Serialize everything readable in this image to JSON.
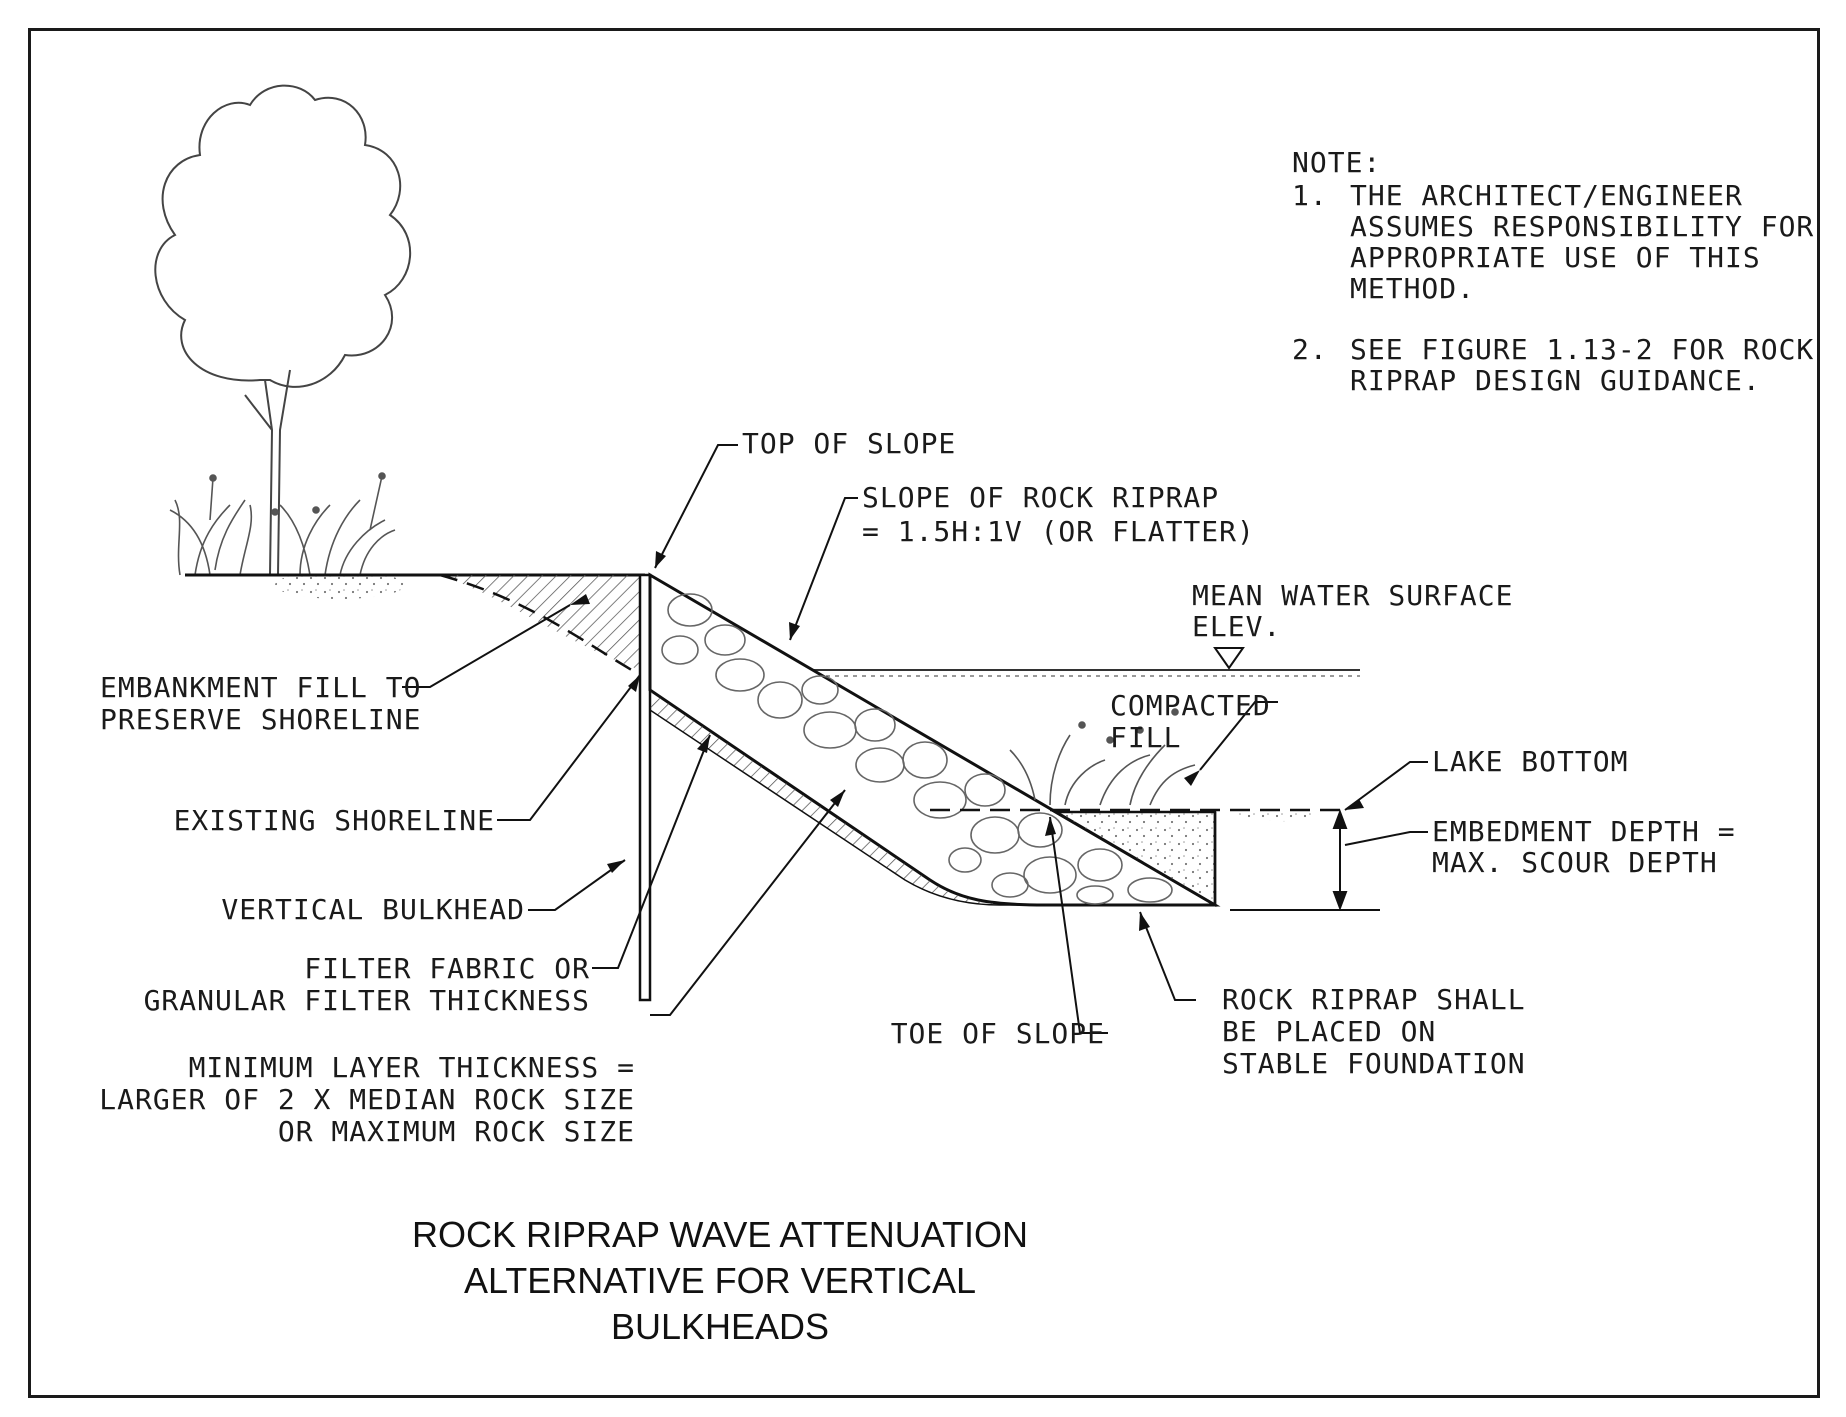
{
  "diagram": {
    "title": [
      "ROCK RIPRAP WAVE ATTENUATION",
      "ALTERNATIVE FOR VERTICAL",
      "BULKHEADS"
    ],
    "notes": {
      "heading": "NOTE:",
      "items": [
        {
          "num": "1.",
          "lines": [
            "THE ARCHITECT/ENGINEER",
            "ASSUMES RESPONSIBILITY FOR",
            "APPROPRIATE USE OF THIS",
            "METHOD."
          ]
        },
        {
          "num": "2.",
          "lines": [
            "SEE FIGURE 1.13-2 FOR ROCK",
            "RIPRAP DESIGN GUIDANCE."
          ]
        }
      ]
    },
    "labels": {
      "top_of_slope": "TOP OF SLOPE",
      "slope_of_riprap": [
        "SLOPE OF ROCK RIPRAP",
        "= 1.5H:1V (OR FLATTER)"
      ],
      "mean_water": [
        "MEAN WATER SURFACE",
        "ELEV."
      ],
      "embankment_fill": [
        "EMBANKMENT FILL TO",
        "PRESERVE SHORELINE"
      ],
      "compacted_fill": [
        "COMPACTED",
        "FILL"
      ],
      "lake_bottom": "LAKE BOTTOM",
      "embedment_depth": [
        "EMBEDMENT DEPTH =",
        "MAX. SCOUR DEPTH"
      ],
      "existing_shoreline": "EXISTING SHORELINE",
      "vertical_bulkhead": "VERTICAL BULKHEAD",
      "filter_fabric": [
        "FILTER FABRIC OR",
        "GRANULAR FILTER THICKNESS"
      ],
      "minimum_layer": [
        "MINIMUM LAYER THICKNESS =",
        "LARGER OF 2 X MEDIAN ROCK SIZE",
        "OR MAXIMUM ROCK SIZE"
      ],
      "toe_of_slope": "TOE OF SLOPE",
      "stable_foundation": [
        "ROCK RIPRAP SHALL",
        "BE PLACED ON",
        "STABLE FOUNDATION"
      ]
    }
  }
}
